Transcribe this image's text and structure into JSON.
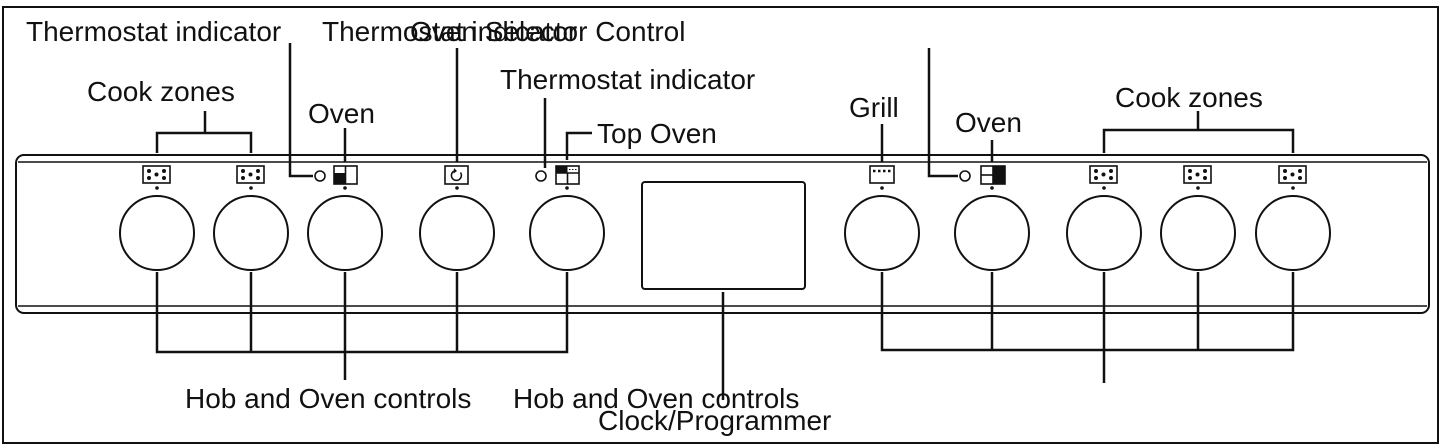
{
  "labels": {
    "thermostat_indicator_1": "Thermostat indicator",
    "thermostat_indicator_2": "Thermostat indicator",
    "thermostat_indicator_3": "Thermostat indicator",
    "oven_selector_control": "Oven Selector Control",
    "cook_zones_left": "Cook zones",
    "cook_zones_right": "Cook zones",
    "oven_left": "Oven",
    "oven_right": "Oven",
    "top_oven": "Top Oven",
    "grill": "Grill",
    "hob_oven_controls_1": "Hob and Oven controls",
    "hob_oven_controls_2": "Hob and Oven controls",
    "clock_programmer": "Clock/Programmer"
  },
  "colors": {
    "line": "#111111",
    "background": "#ffffff"
  },
  "icons": [
    "cook-zone-icon",
    "cook-zone-icon",
    "oven-symbol-icon",
    "oven-selector-icon",
    "top-oven-symbol-icon",
    "grill-symbol-icon",
    "oven-symbol-icon",
    "cook-zone-icon",
    "cook-zone-icon",
    "cook-zone-icon"
  ]
}
